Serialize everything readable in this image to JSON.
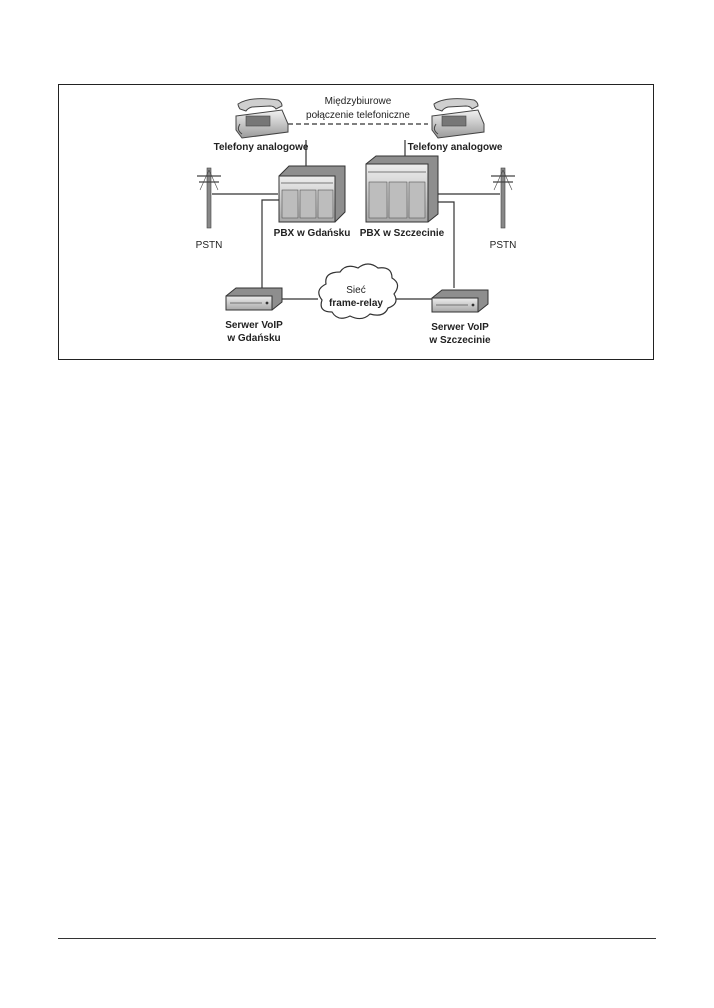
{
  "diagram": {
    "inter_office_link_line1": "Międzybiurowe",
    "inter_office_link_line2": "połączenie telefoniczne",
    "phones_left_label": "Telefony analogowe",
    "phones_right_label": "Telefony analogowe",
    "pbx_left_label": "PBX w Gdańsku",
    "pbx_right_label": "PBX w Szczecinie",
    "pstn_left_label": "PSTN",
    "pstn_right_label": "PSTN",
    "cloud_line1": "Sieć",
    "cloud_line2": "frame-relay",
    "voip_left_line1": "Serwer VoIP",
    "voip_left_line2": "w Gdańsku",
    "voip_right_line1": "Serwer VoIP",
    "voip_right_line2": "w Szczecinie"
  }
}
